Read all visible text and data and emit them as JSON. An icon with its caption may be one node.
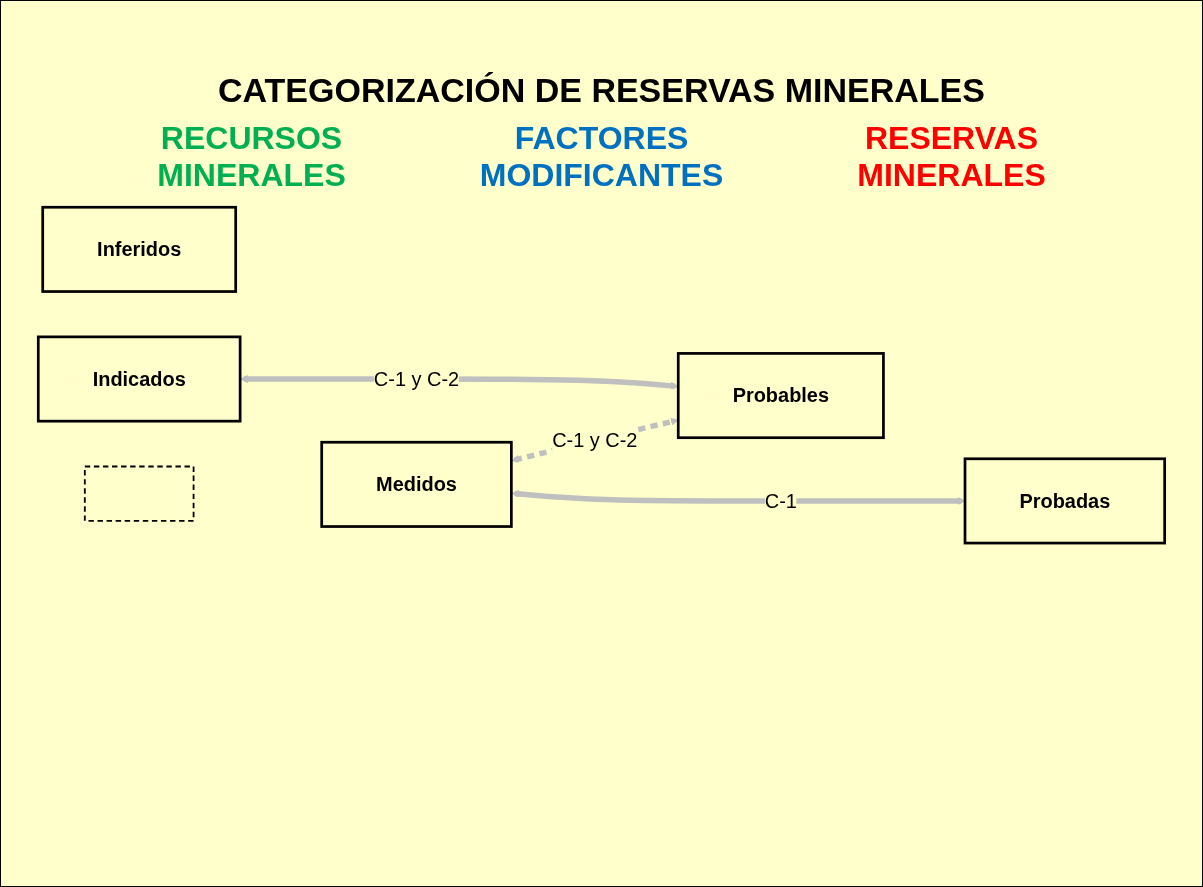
{
  "diagram": {
    "title": "CATEGORIZACIÓN DE RESERVAS MINERALES",
    "nodes": [
      {
        "text": [
          "Inferidos"
        ]
      },
      {
        "text": [
          "Indicados"
        ]
      },
      {
        "text": [],
        "shape": "box"
      },
      {
        "text": [
          "Probables"
        ]
      },
      {
        "text": [
          "Medidos"
        ]
      },
      {
        "text": [
          "Probadas"
        ]
      }
    ],
    "edges": [
      {
        "from": 1,
        "to": 3,
        "arrow": "both",
        "label": "C-1 y C-2"
      },
      {
        "from": 4,
        "to": 3,
        "arrow": "both",
        "label": "C-1 y C-2",
        "style": "dashed"
      },
      {
        "from": 4,
        "to": 5,
        "arrow": "both",
        "label": "C-1"
      }
    ],
    "labels": [
      "RECURSOS MINERALES",
      "FACTORES MODIFICANTES",
      "RESERVAS MINERALES"
    ]
  }
}
